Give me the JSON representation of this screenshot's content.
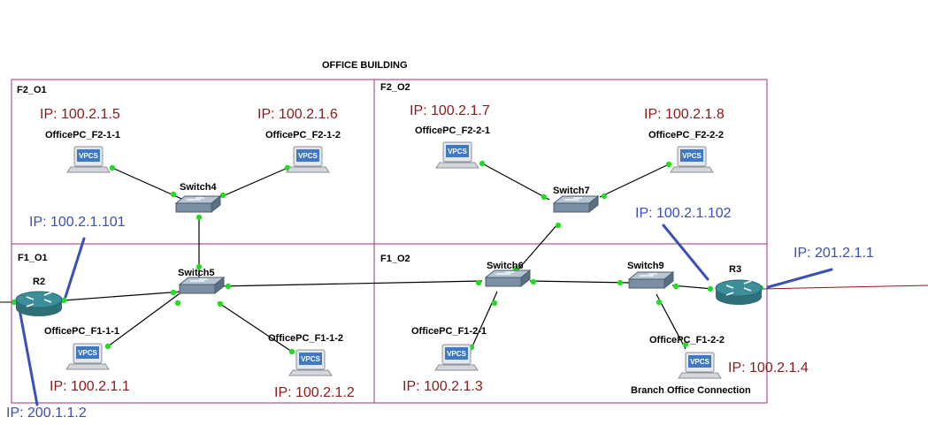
{
  "title": "OFFICE BUILDING",
  "zones": {
    "f2_o1": "F2_O1",
    "f2_o2": "F2_O2",
    "f1_o1": "F1_O1",
    "f1_o2": "F1_O2"
  },
  "devices": {
    "pc_f2_1_1": "OfficePC_F2-1-1",
    "pc_f2_1_2": "OfficePC_F2-1-2",
    "pc_f2_2_1": "OfficePC_F2-2-1",
    "pc_f2_2_2": "OfficePC_F2-2-2",
    "pc_f1_1_1": "OfficePC_F1-1-1",
    "pc_f1_1_2": "OfficePC_F1-1-2",
    "pc_f1_2_1": "OfficePC_F1-2-1",
    "pc_f1_2_2": "OfficePC_F1-2-2",
    "switch4": "Switch4",
    "switch5": "Switch5",
    "switch6": "Switch6",
    "switch7": "Switch7",
    "switch9": "Switch9",
    "r2": "R2",
    "r3": "R3",
    "vpcs": "VPCS"
  },
  "ips": {
    "pc_f2_1_1": "IP: 100.2.1.5",
    "pc_f2_1_2": "IP: 100.2.1.6",
    "pc_f2_2_1": "IP: 100.2.1.7",
    "pc_f2_2_2": "IP: 100.2.1.8",
    "pc_f1_1_1": "IP: 100.2.1.1",
    "pc_f1_1_2": "IP: 100.2.1.2",
    "pc_f1_2_1": "IP: 100.2.1.3",
    "pc_f1_2_2": "IP: 100.2.1.4",
    "r2_lan": "IP: 100.2.1.101",
    "r2_wan": "IP: 200.1.1.2",
    "r3_lan": "IP: 100.2.1.102",
    "r3_wan": "IP: 201.2.1.1"
  },
  "annotations": {
    "branch": "Branch Office Connection"
  },
  "colors": {
    "zone_border": "#a0307a",
    "link": "#000000",
    "wan_link": "#8b1a1a",
    "port_dot": "#22dd22",
    "ip_red": "#8b1a1a",
    "ip_blue": "#3a4fb8",
    "pointer": "#3a4fb8",
    "router_fill": "#3c8f9a",
    "switch_fill": "#7a8fa3",
    "pc_screen": "#3f79c4"
  }
}
